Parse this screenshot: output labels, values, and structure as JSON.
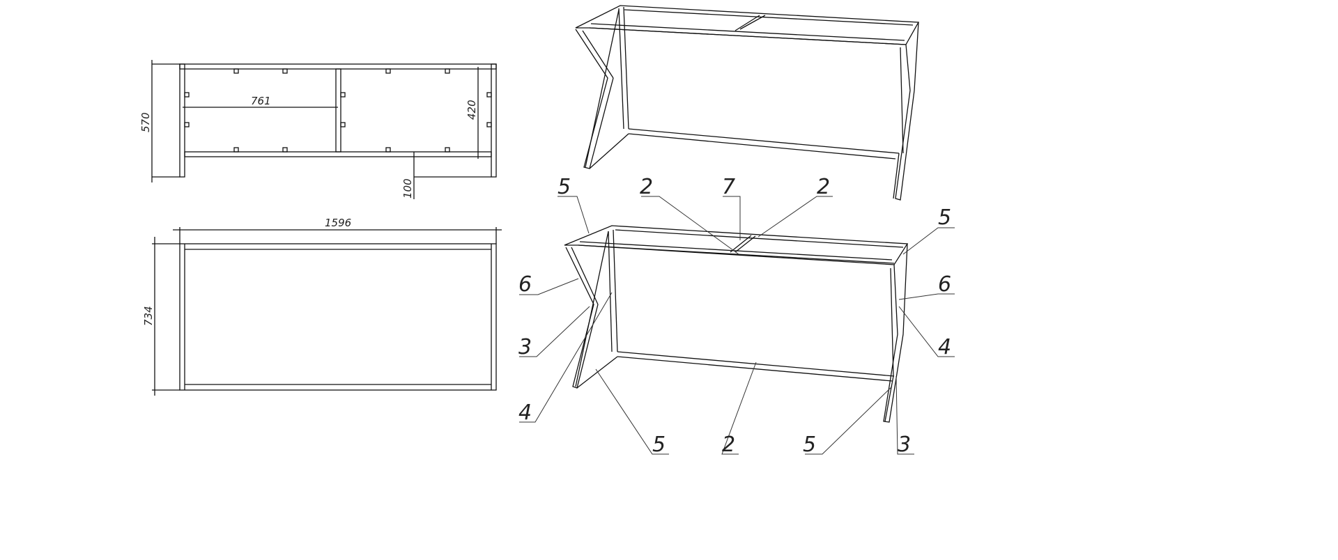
{
  "top_view": {
    "dimensions": {
      "overall_depth": "570",
      "bay_width": "761",
      "inner_depth": "420",
      "offset": "100"
    }
  },
  "front_view": {
    "dimensions": {
      "overall_length": "1596",
      "height": "734"
    }
  },
  "isometric_callouts": [
    {
      "id": "c1",
      "label": "5"
    },
    {
      "id": "c2",
      "label": "2"
    },
    {
      "id": "c3",
      "label": "7"
    },
    {
      "id": "c4",
      "label": "2"
    },
    {
      "id": "c5",
      "label": "5"
    },
    {
      "id": "c6",
      "label": "6"
    },
    {
      "id": "c7",
      "label": "6"
    },
    {
      "id": "c8",
      "label": "3"
    },
    {
      "id": "c9",
      "label": "4"
    },
    {
      "id": "c10",
      "label": "4"
    },
    {
      "id": "c11",
      "label": "5"
    },
    {
      "id": "c12",
      "label": "2"
    },
    {
      "id": "c13",
      "label": "5"
    },
    {
      "id": "c14",
      "label": "3"
    }
  ]
}
